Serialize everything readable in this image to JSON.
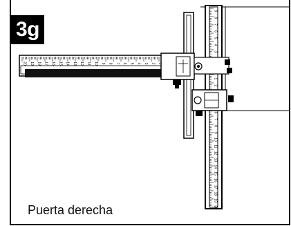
{
  "step_label": "3g",
  "caption": "Puerta derecha",
  "colors": {
    "ink": "#000000",
    "paper": "#ffffff"
  },
  "vertical_ruler_numbers": [
    "9",
    "8",
    "7",
    "6",
    "5",
    "4",
    "3",
    "2",
    "1",
    "0",
    "1",
    "2",
    "3",
    "4",
    "5",
    "6",
    "7",
    "8",
    "9",
    "10",
    "11",
    "12",
    "13",
    "14",
    "15",
    "16",
    "17",
    "18",
    "19",
    "20"
  ],
  "horizontal_ruler_numbers": [
    "20",
    "19",
    "18",
    "17",
    "16",
    "15",
    "14",
    "13",
    "12",
    "11",
    "10",
    "9",
    "8",
    "7",
    "6",
    "5",
    "4",
    "3",
    "2",
    "1"
  ]
}
